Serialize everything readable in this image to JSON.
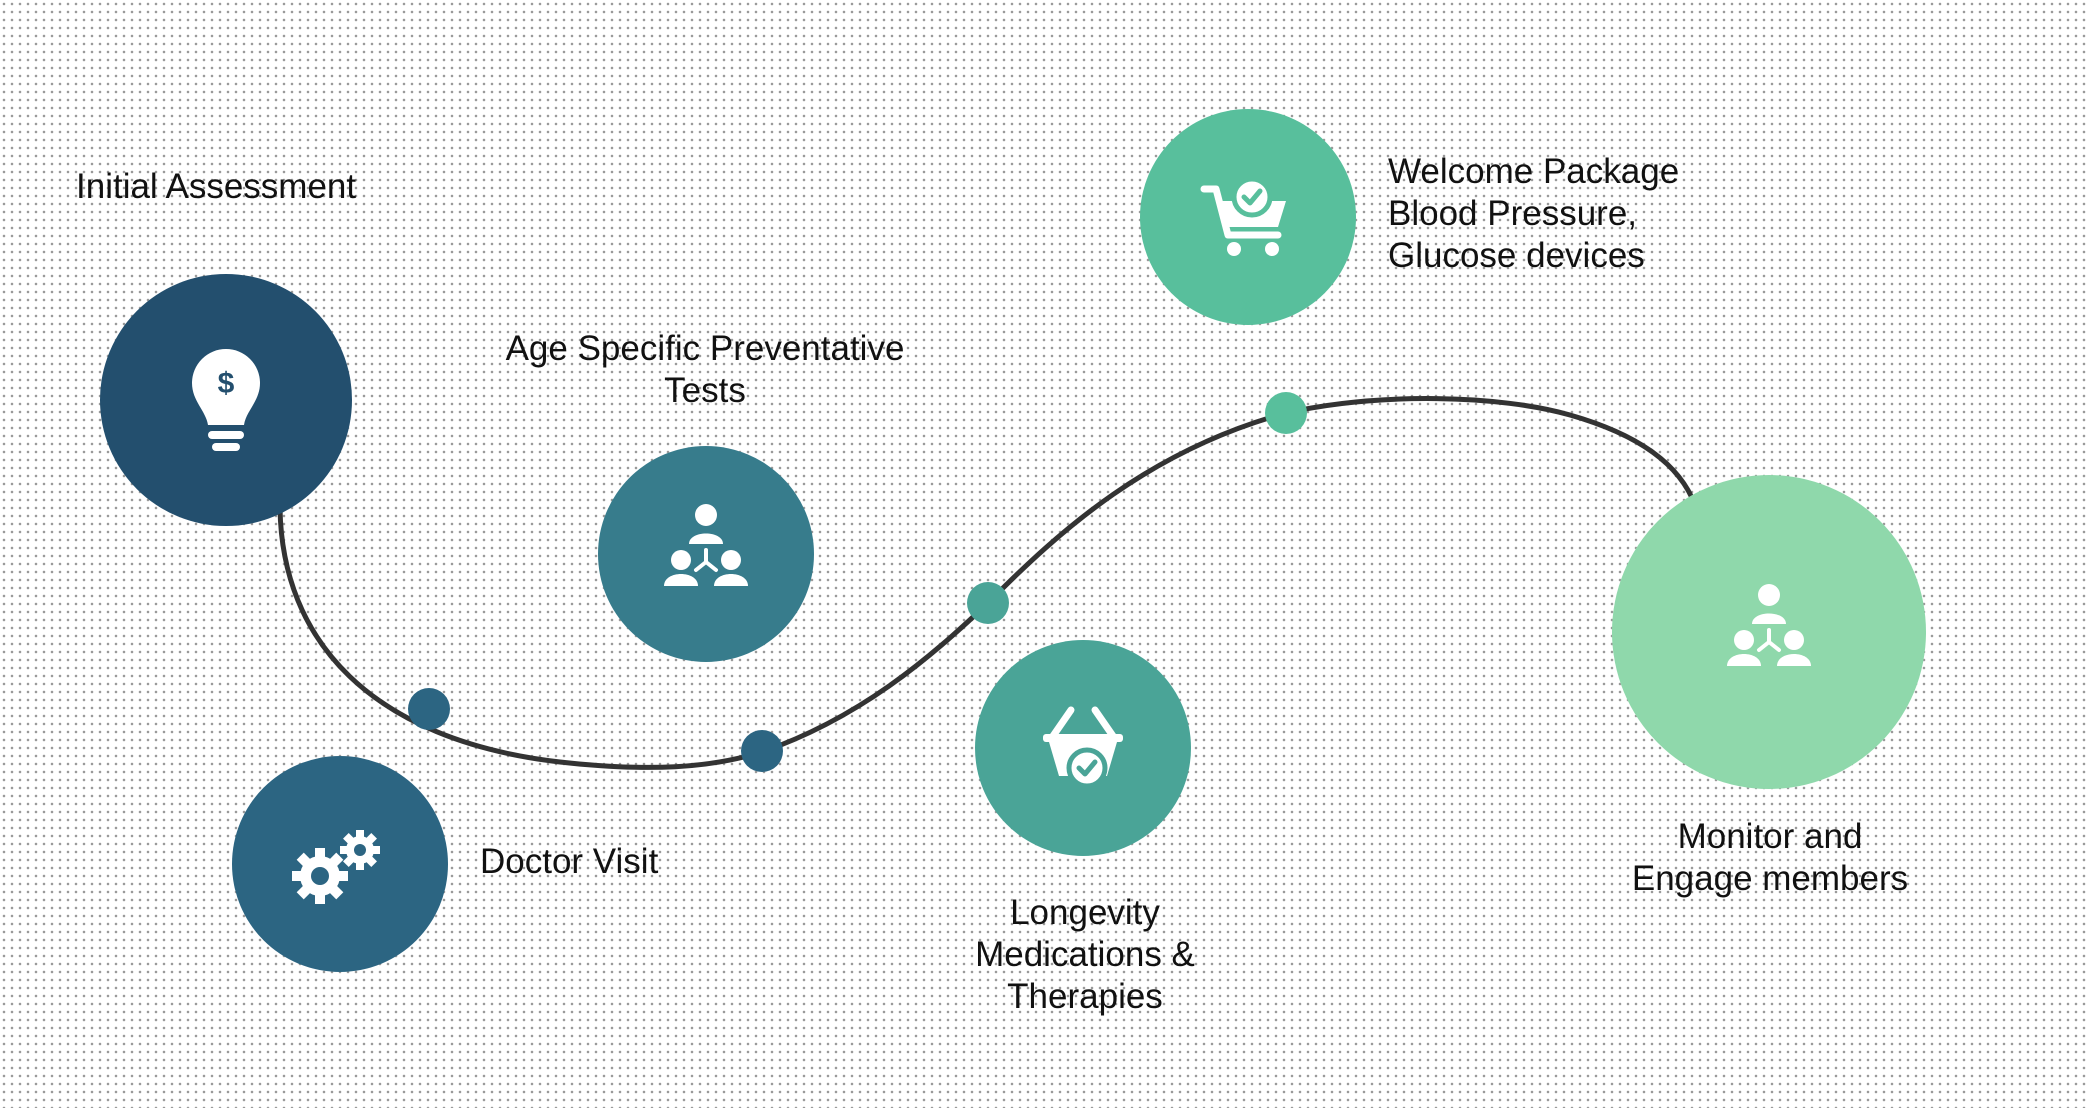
{
  "colors": {
    "background": "#ffffff",
    "dot_pattern": "#9a9a9a",
    "path_line": "#333333",
    "icon_fill": "#ffffff",
    "label_text": "#111111"
  },
  "steps": [
    {
      "id": "initial-assessment",
      "lines": [
        "Initial Assessment"
      ],
      "icon": "lightbulb-dollar-icon",
      "color": "#234f6e"
    },
    {
      "id": "doctor-visit",
      "lines": [
        "Doctor Visit"
      ],
      "icon": "gears-icon",
      "color": "#2c6582"
    },
    {
      "id": "age-specific-tests",
      "lines": [
        "Age Specific Preventative",
        "Tests"
      ],
      "icon": "team-hierarchy-icon",
      "color": "#377c8c"
    },
    {
      "id": "longevity-medications",
      "lines": [
        "Longevity",
        "Medications &",
        "Therapies"
      ],
      "icon": "basket-check-icon",
      "color": "#4aa497"
    },
    {
      "id": "welcome-package",
      "lines": [
        "Welcome Package",
        "Blood Pressure,",
        "Glucose devices"
      ],
      "icon": "cart-check-icon",
      "color": "#58bf9c"
    },
    {
      "id": "monitor-engage",
      "lines": [
        "Monitor and",
        "Engage members"
      ],
      "icon": "team-hierarchy-icon",
      "color": "#8fd8ab"
    }
  ],
  "nodes": [
    {
      "color": "#2c6582"
    },
    {
      "color": "#2c6582"
    },
    {
      "color": "#4aa497"
    },
    {
      "color": "#58bf9c"
    }
  ]
}
